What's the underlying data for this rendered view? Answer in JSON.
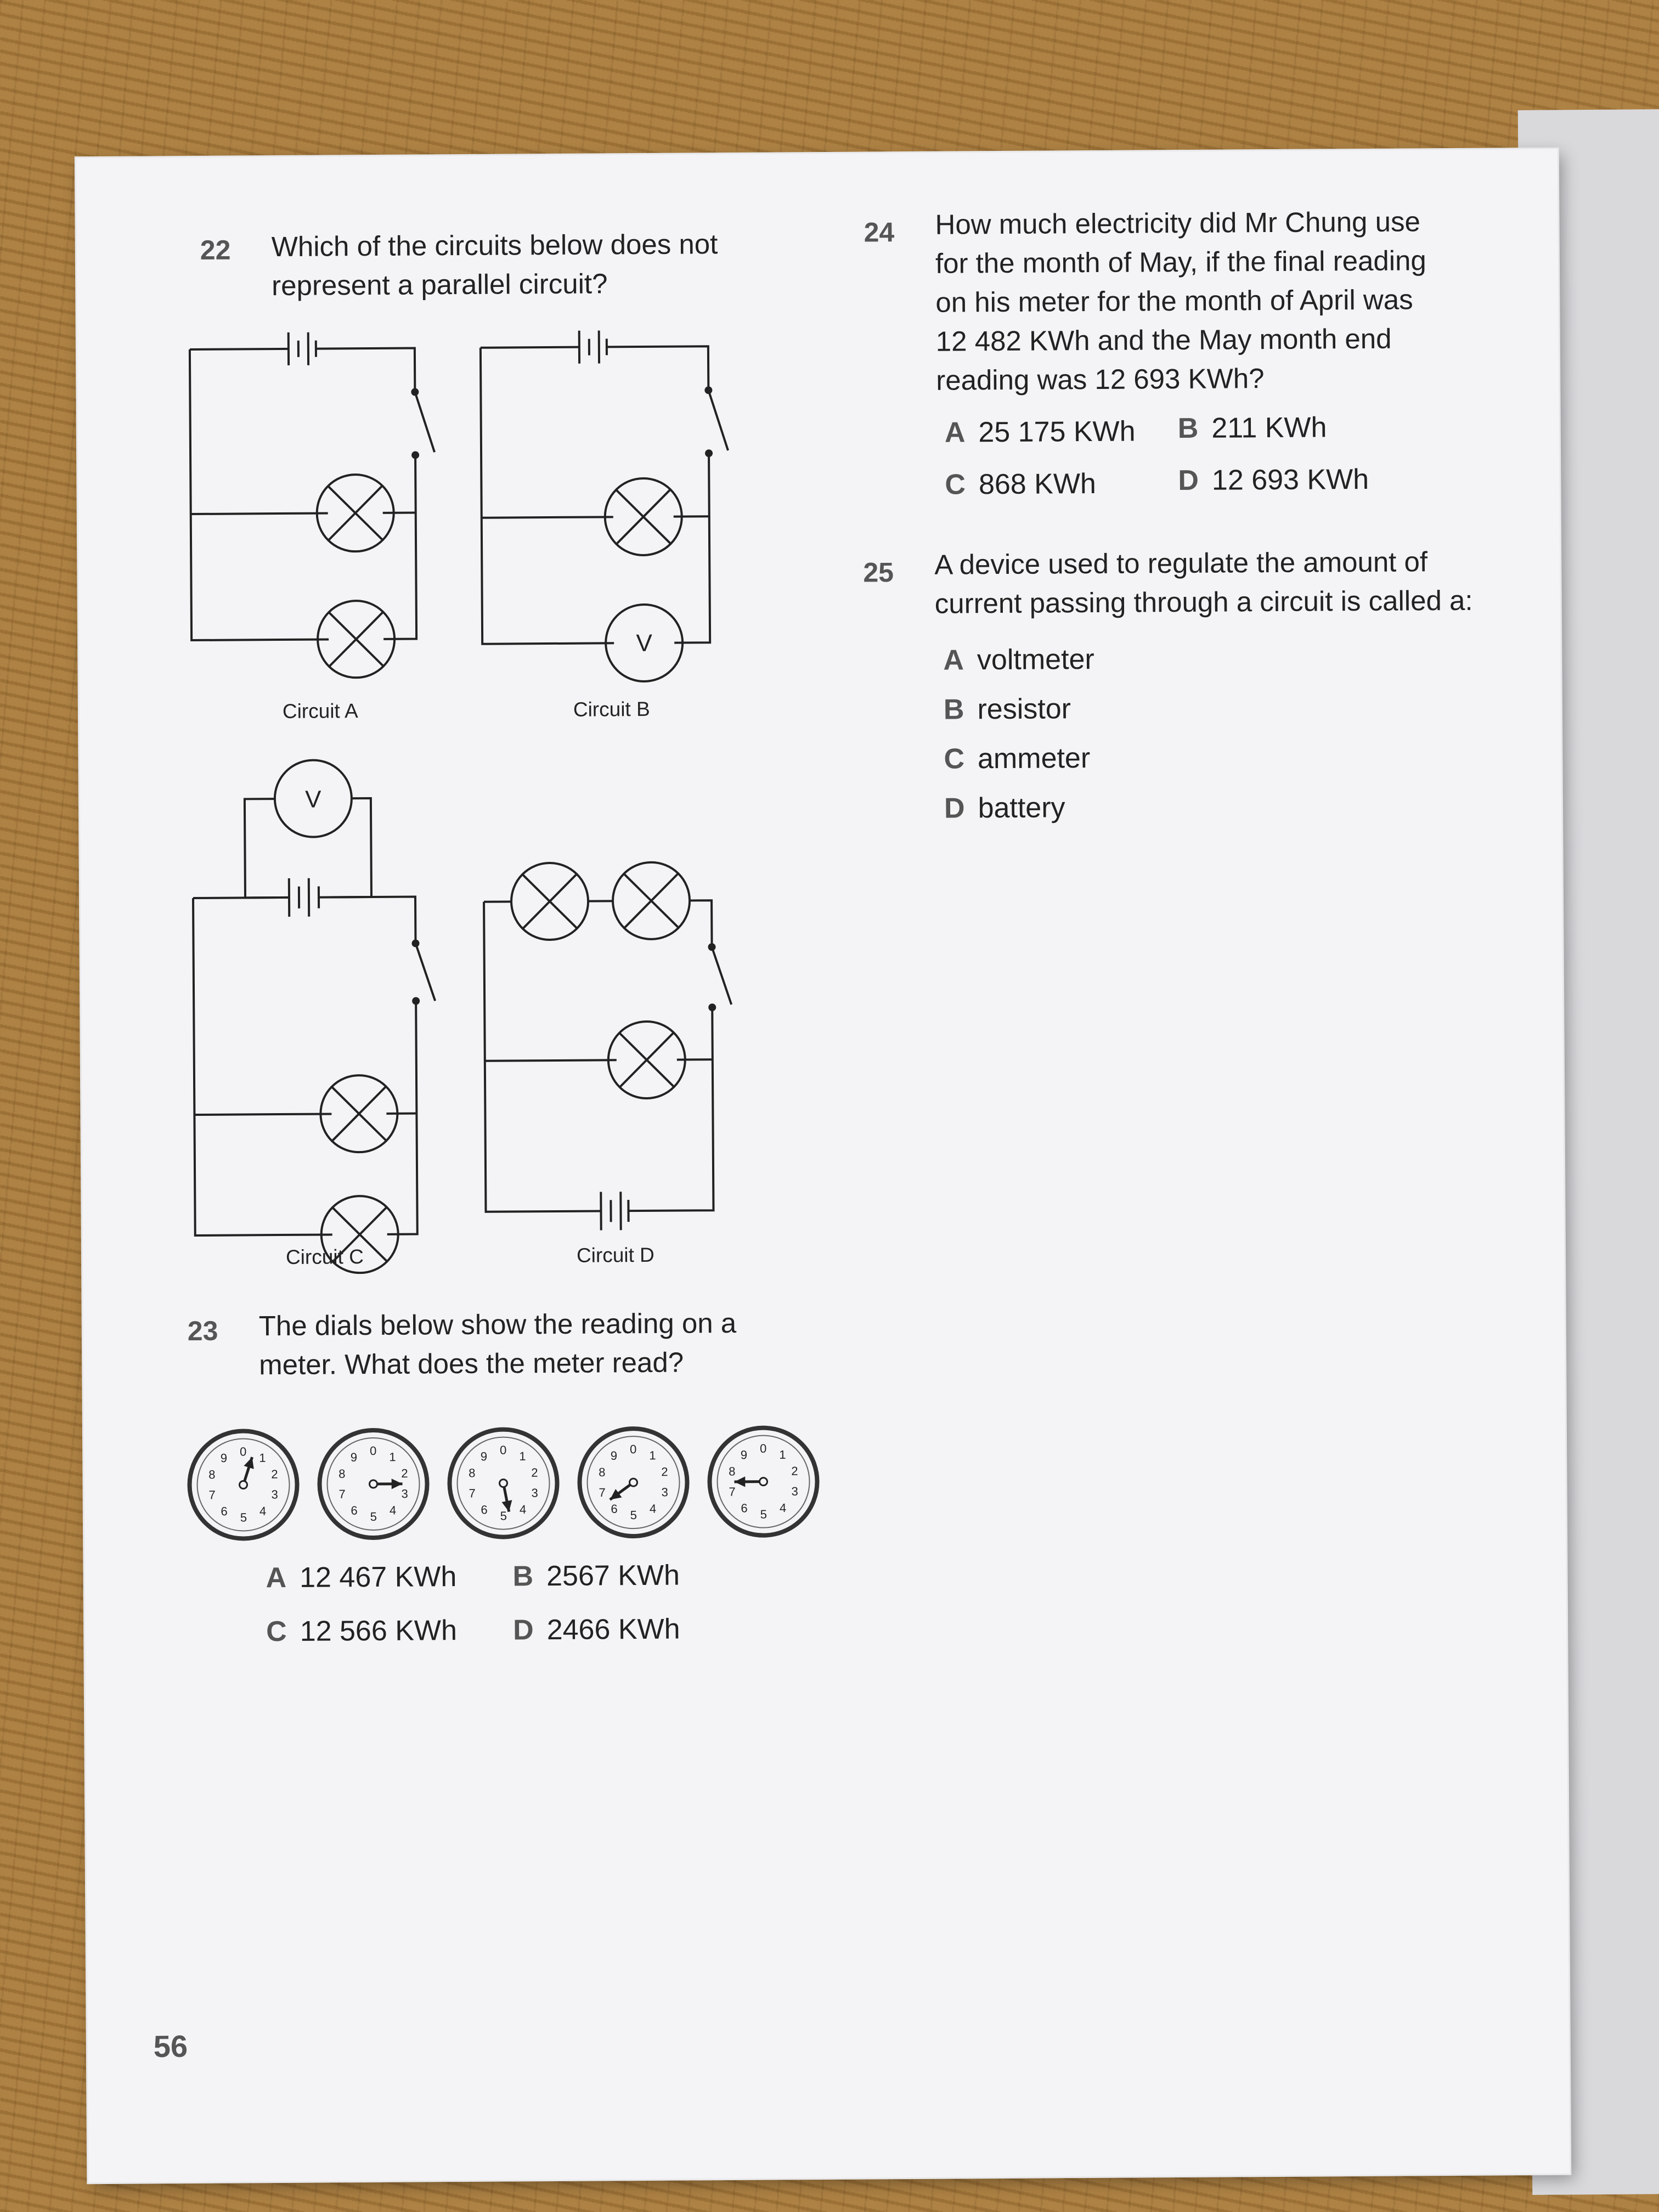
{
  "page_number": "56",
  "q22": {
    "number": "22",
    "text_line1": "Which of the circuits below does not",
    "text_line2": "represent a parallel circuit?",
    "captions": [
      "Circuit A",
      "Circuit B",
      "Circuit C",
      "Circuit D"
    ],
    "voltmeter_symbol": "V"
  },
  "q23": {
    "number": "23",
    "text_line1": "The dials below show the reading on a",
    "text_line2": "meter. What does the meter read?",
    "dial_numbers": [
      "0",
      "1",
      "2",
      "3",
      "4",
      "5",
      "6",
      "7",
      "8",
      "9"
    ],
    "dial_pointers": [
      0.5,
      2.5,
      4.7,
      6.5,
      7.5
    ],
    "options": [
      {
        "letter": "A",
        "text": "12 467 KWh"
      },
      {
        "letter": "B",
        "text": "2567 KWh"
      },
      {
        "letter": "C",
        "text": "12 566 KWh"
      },
      {
        "letter": "D",
        "text": "2466 KWh"
      }
    ]
  },
  "q24": {
    "number": "24",
    "lines": [
      "How much electricity did Mr Chung use",
      "for the month of May, if the final reading",
      "on his meter for the month of April was",
      "12 482 KWh and the May month end",
      "reading was 12 693 KWh?"
    ],
    "options": [
      {
        "letter": "A",
        "text": "25 175 KWh"
      },
      {
        "letter": "B",
        "text": "211 KWh"
      },
      {
        "letter": "C",
        "text": "868 KWh"
      },
      {
        "letter": "D",
        "text": "12 693 KWh"
      }
    ]
  },
  "q25": {
    "number": "25",
    "lines": [
      "A device used to regulate the amount of",
      "current passing through a circuit is called a:"
    ],
    "options": [
      {
        "letter": "A",
        "text": "voltmeter"
      },
      {
        "letter": "B",
        "text": "resistor"
      },
      {
        "letter": "C",
        "text": "ammeter"
      },
      {
        "letter": "D",
        "text": "battery"
      }
    ]
  }
}
